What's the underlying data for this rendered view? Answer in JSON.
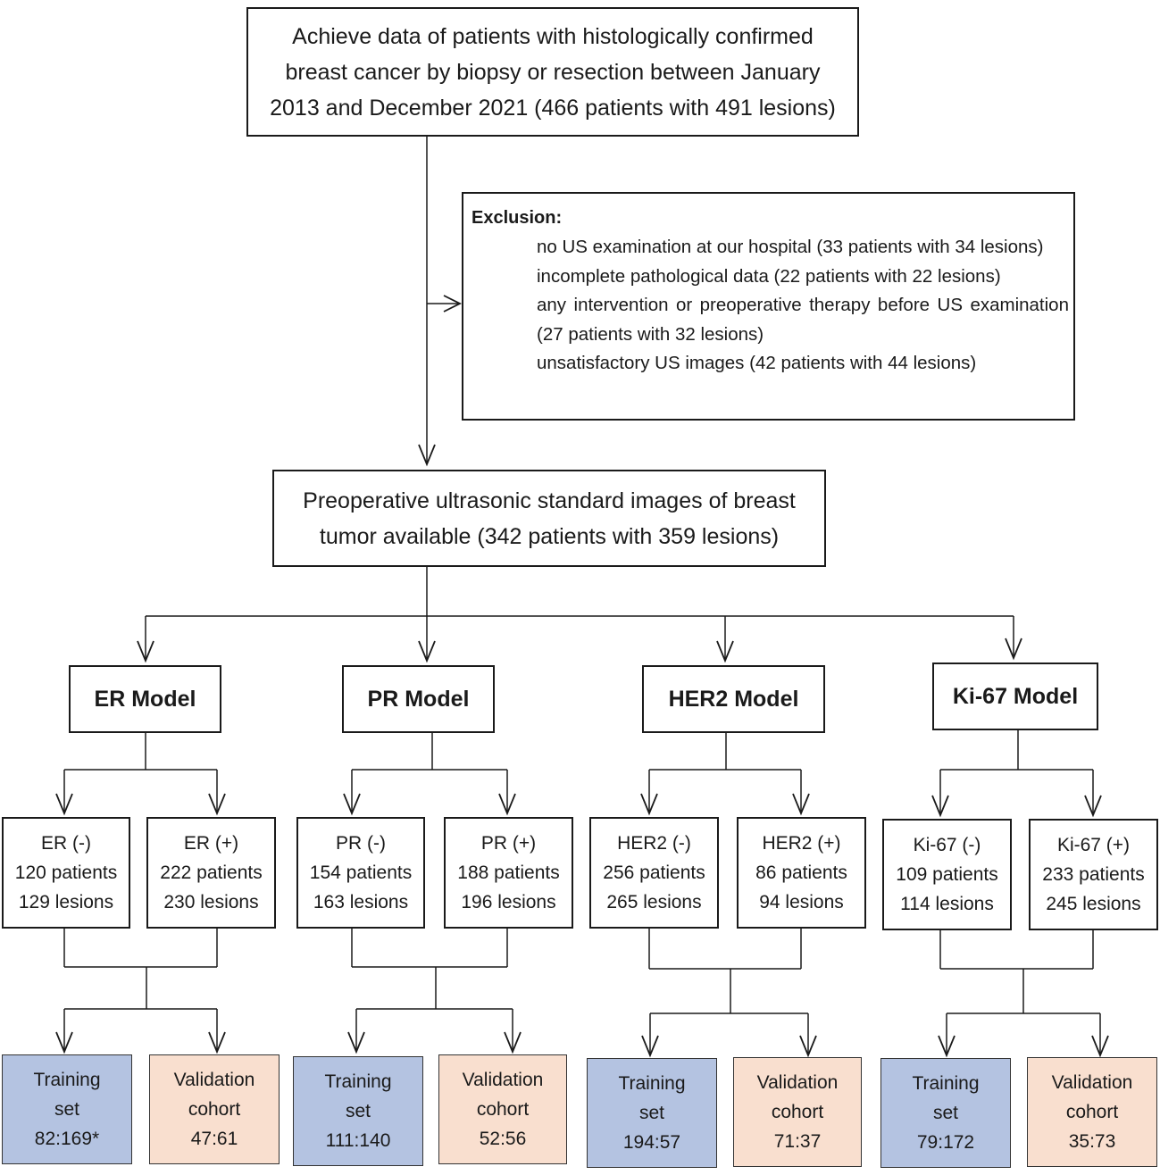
{
  "top": {
    "lines": [
      "Achieve data of patients with histologically confirmed",
      "breast cancer by biopsy or resection between January",
      "2013 and December 2021 (466 patients with 491 lesions)"
    ]
  },
  "exclusion": {
    "title": "Exclusion:",
    "items": [
      "no US examination at our hospital (33 patients with 34 lesions)",
      "incomplete pathological data (22 patients with 22 lesions)",
      "any intervention or preoperative therapy before US examination (27 patients with 32 lesions)",
      "unsatisfactory US images (42 patients with 44 lesions)"
    ]
  },
  "preop": {
    "lines": [
      "Preoperative ultrasonic standard images of breast",
      "tumor available (342 patients with 359 lesions)"
    ]
  },
  "models": [
    {
      "label": "ER Model",
      "neg": [
        "ER (-)",
        "120 patients",
        "129 lesions"
      ],
      "pos": [
        "ER (+)",
        "222 patients",
        "230 lesions"
      ],
      "training": [
        "Training",
        "set",
        "82:169*"
      ],
      "validation": [
        "Validation",
        "cohort",
        "47:61"
      ]
    },
    {
      "label": "PR Model",
      "neg": [
        "PR (-)",
        "154 patients",
        "163 lesions"
      ],
      "pos": [
        "PR (+)",
        "188 patients",
        "196 lesions"
      ],
      "training": [
        "Training",
        "set",
        "111:140"
      ],
      "validation": [
        "Validation",
        "cohort",
        "52:56"
      ]
    },
    {
      "label": "HER2 Model",
      "neg": [
        "HER2 (-)",
        "256 patients",
        "265 lesions"
      ],
      "pos": [
        "HER2 (+)",
        "86 patients",
        "94 lesions"
      ],
      "training": [
        "Training",
        "set",
        "194:57"
      ],
      "validation": [
        "Validation",
        "cohort",
        "71:37"
      ]
    },
    {
      "label": "Ki-67 Model",
      "neg": [
        "Ki-67 (-)",
        "109 patients",
        "114 lesions"
      ],
      "pos": [
        "Ki-67 (+)",
        "233 patients",
        "245 lesions"
      ],
      "training": [
        "Training",
        "set",
        "79:172"
      ],
      "validation": [
        "Validation",
        "cohort",
        "35:73"
      ]
    }
  ],
  "colors": {
    "training_fill": "#b4c3e1",
    "validation_fill": "#f9dfcf",
    "line": "#1a1a1a"
  }
}
